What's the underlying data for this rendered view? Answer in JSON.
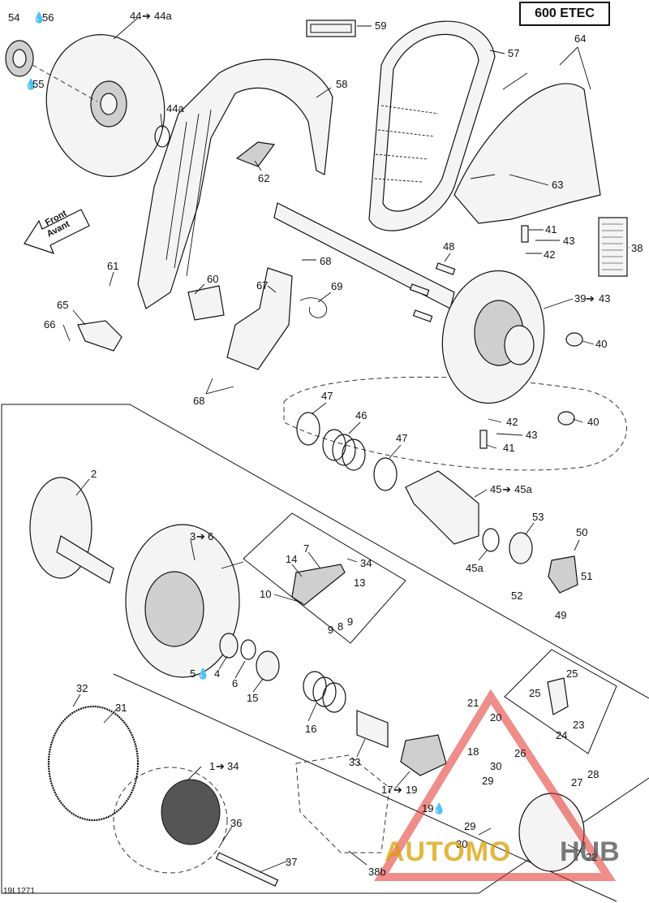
{
  "model_label": "600 ETEC",
  "diagram_code": "19L1271",
  "direction_label": {
    "line1": "Front",
    "line2": "Avant"
  },
  "watermark": {
    "left": "AUTOMO",
    "right": "HUB",
    "color_left": "#d8a000",
    "color_triangle": "#e0302a"
  },
  "callouts": {
    "c54": "54",
    "c56": "56",
    "c55": "55",
    "c44": "44",
    "c44a_range": "44a",
    "c44a": "44a",
    "c59": "59",
    "c57": "57",
    "c64": "64",
    "c58": "58",
    "c62": "62",
    "c63": "63",
    "c41a": "41",
    "c43a": "43",
    "c42a": "42",
    "c38": "38",
    "c48": "48",
    "c39": "39",
    "c43r": "43",
    "c40a": "40",
    "c61": "61",
    "c60": "60",
    "c68a": "68",
    "c67": "67",
    "c69": "69",
    "c65": "65",
    "c66": "66",
    "c68b": "68",
    "c47a": "47",
    "c46": "46",
    "c47b": "47",
    "c42b": "42",
    "c43b": "43",
    "c41b": "41",
    "c40b": "40",
    "c45": "45",
    "c45a_range": "45a",
    "c45a": "45a",
    "c53": "53",
    "c50": "50",
    "c51": "51",
    "c52": "52",
    "c49": "49",
    "c2": "2",
    "c3": "3",
    "c6r": "6",
    "c7": "7",
    "c34a": "34",
    "c14": "14",
    "c13": "13",
    "c10": "10",
    "c9a": "9",
    "c8": "8",
    "c9b": "9",
    "c5": "5",
    "c4": "4",
    "c6": "6",
    "c15": "15",
    "c16": "16",
    "c25a": "25",
    "c25b": "25",
    "c24": "24",
    "c23": "23",
    "c21": "21",
    "c20": "20",
    "c18": "18",
    "c32": "32",
    "c31": "31",
    "c33": "33",
    "c17": "17",
    "c19r": "19",
    "c19": "19",
    "c26": "26",
    "c30a": "30",
    "c29a": "29",
    "c28": "28",
    "c27": "27",
    "c1": "1",
    "c34b": "34",
    "c36": "36",
    "c29b": "29",
    "c30b": "30",
    "c22": "22",
    "c37": "37",
    "c38b": "38b"
  }
}
